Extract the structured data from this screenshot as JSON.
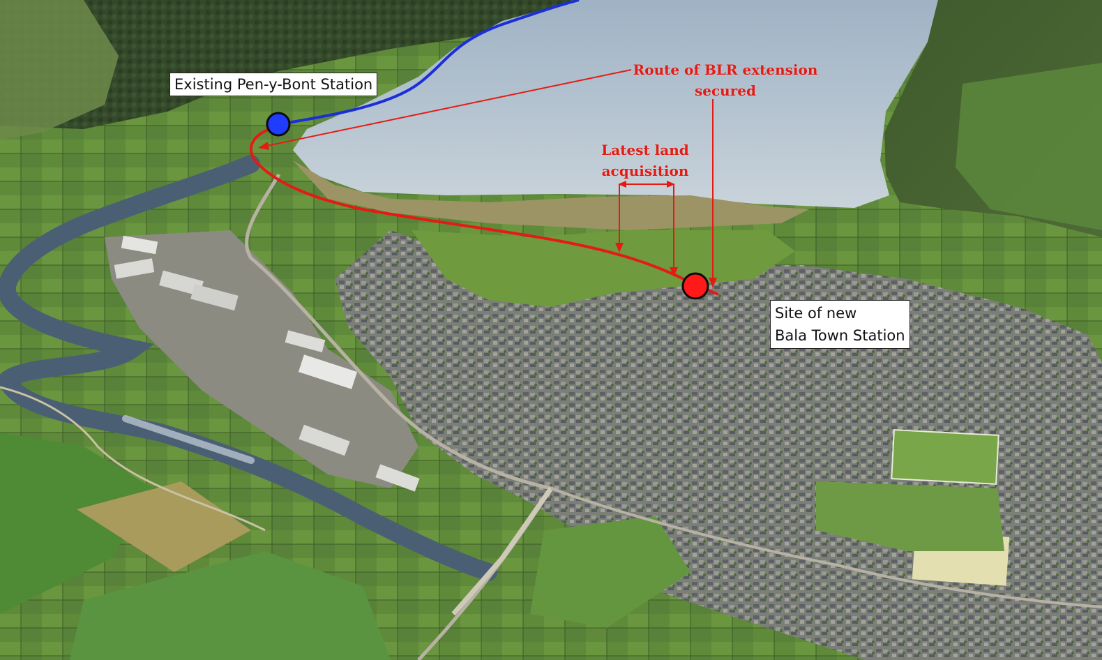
{
  "labels": {
    "existing_station": "Existing Pen-y-Bont Station",
    "new_station_line1": "Site of new",
    "new_station_line2": "Bala Town Station",
    "route_line1": "Route of BLR extension",
    "route_line2": "secured",
    "land_line1": "Latest land",
    "land_line2": "acquisition"
  },
  "colors": {
    "existing_line": "#1a2fd6",
    "extension_line": "#e41b14",
    "existing_station_marker": "#1f3cff",
    "new_station_marker": "#ff1a1a"
  }
}
